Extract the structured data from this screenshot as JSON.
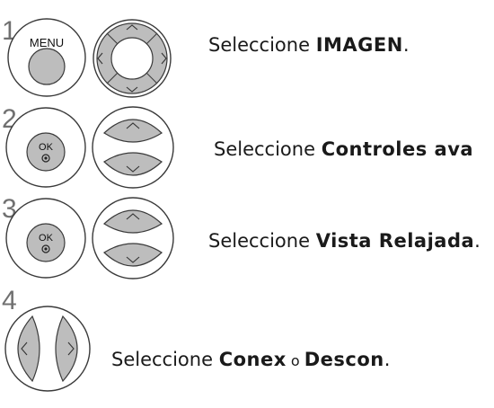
{
  "steps": [
    {
      "number": "1",
      "keys": {
        "menu": "MENU"
      },
      "prefix": "Seleccione ",
      "target": "IMAGEN",
      "suffix": "."
    },
    {
      "number": "2",
      "keys": {
        "ok": "OK"
      },
      "prefix": "Seleccione ",
      "target": "Controles ava",
      "suffix": ""
    },
    {
      "number": "3",
      "keys": {
        "ok": "OK"
      },
      "prefix": "Seleccione ",
      "target": "Vista Relajada",
      "suffix": "."
    },
    {
      "number": "4",
      "prefix": "Seleccione ",
      "option_a": "Conex",
      "joiner": " o ",
      "option_b": "Descon",
      "suffix": "."
    }
  ],
  "icons": [
    "menu-button-icon",
    "four-way-navigation-icon",
    "ok-button-icon",
    "up-down-navigation-icon",
    "left-right-navigation-icon"
  ],
  "colors": {
    "button_fill": "#bdbdbd",
    "outline": "#3a3a3a",
    "step_number": "#707070"
  }
}
